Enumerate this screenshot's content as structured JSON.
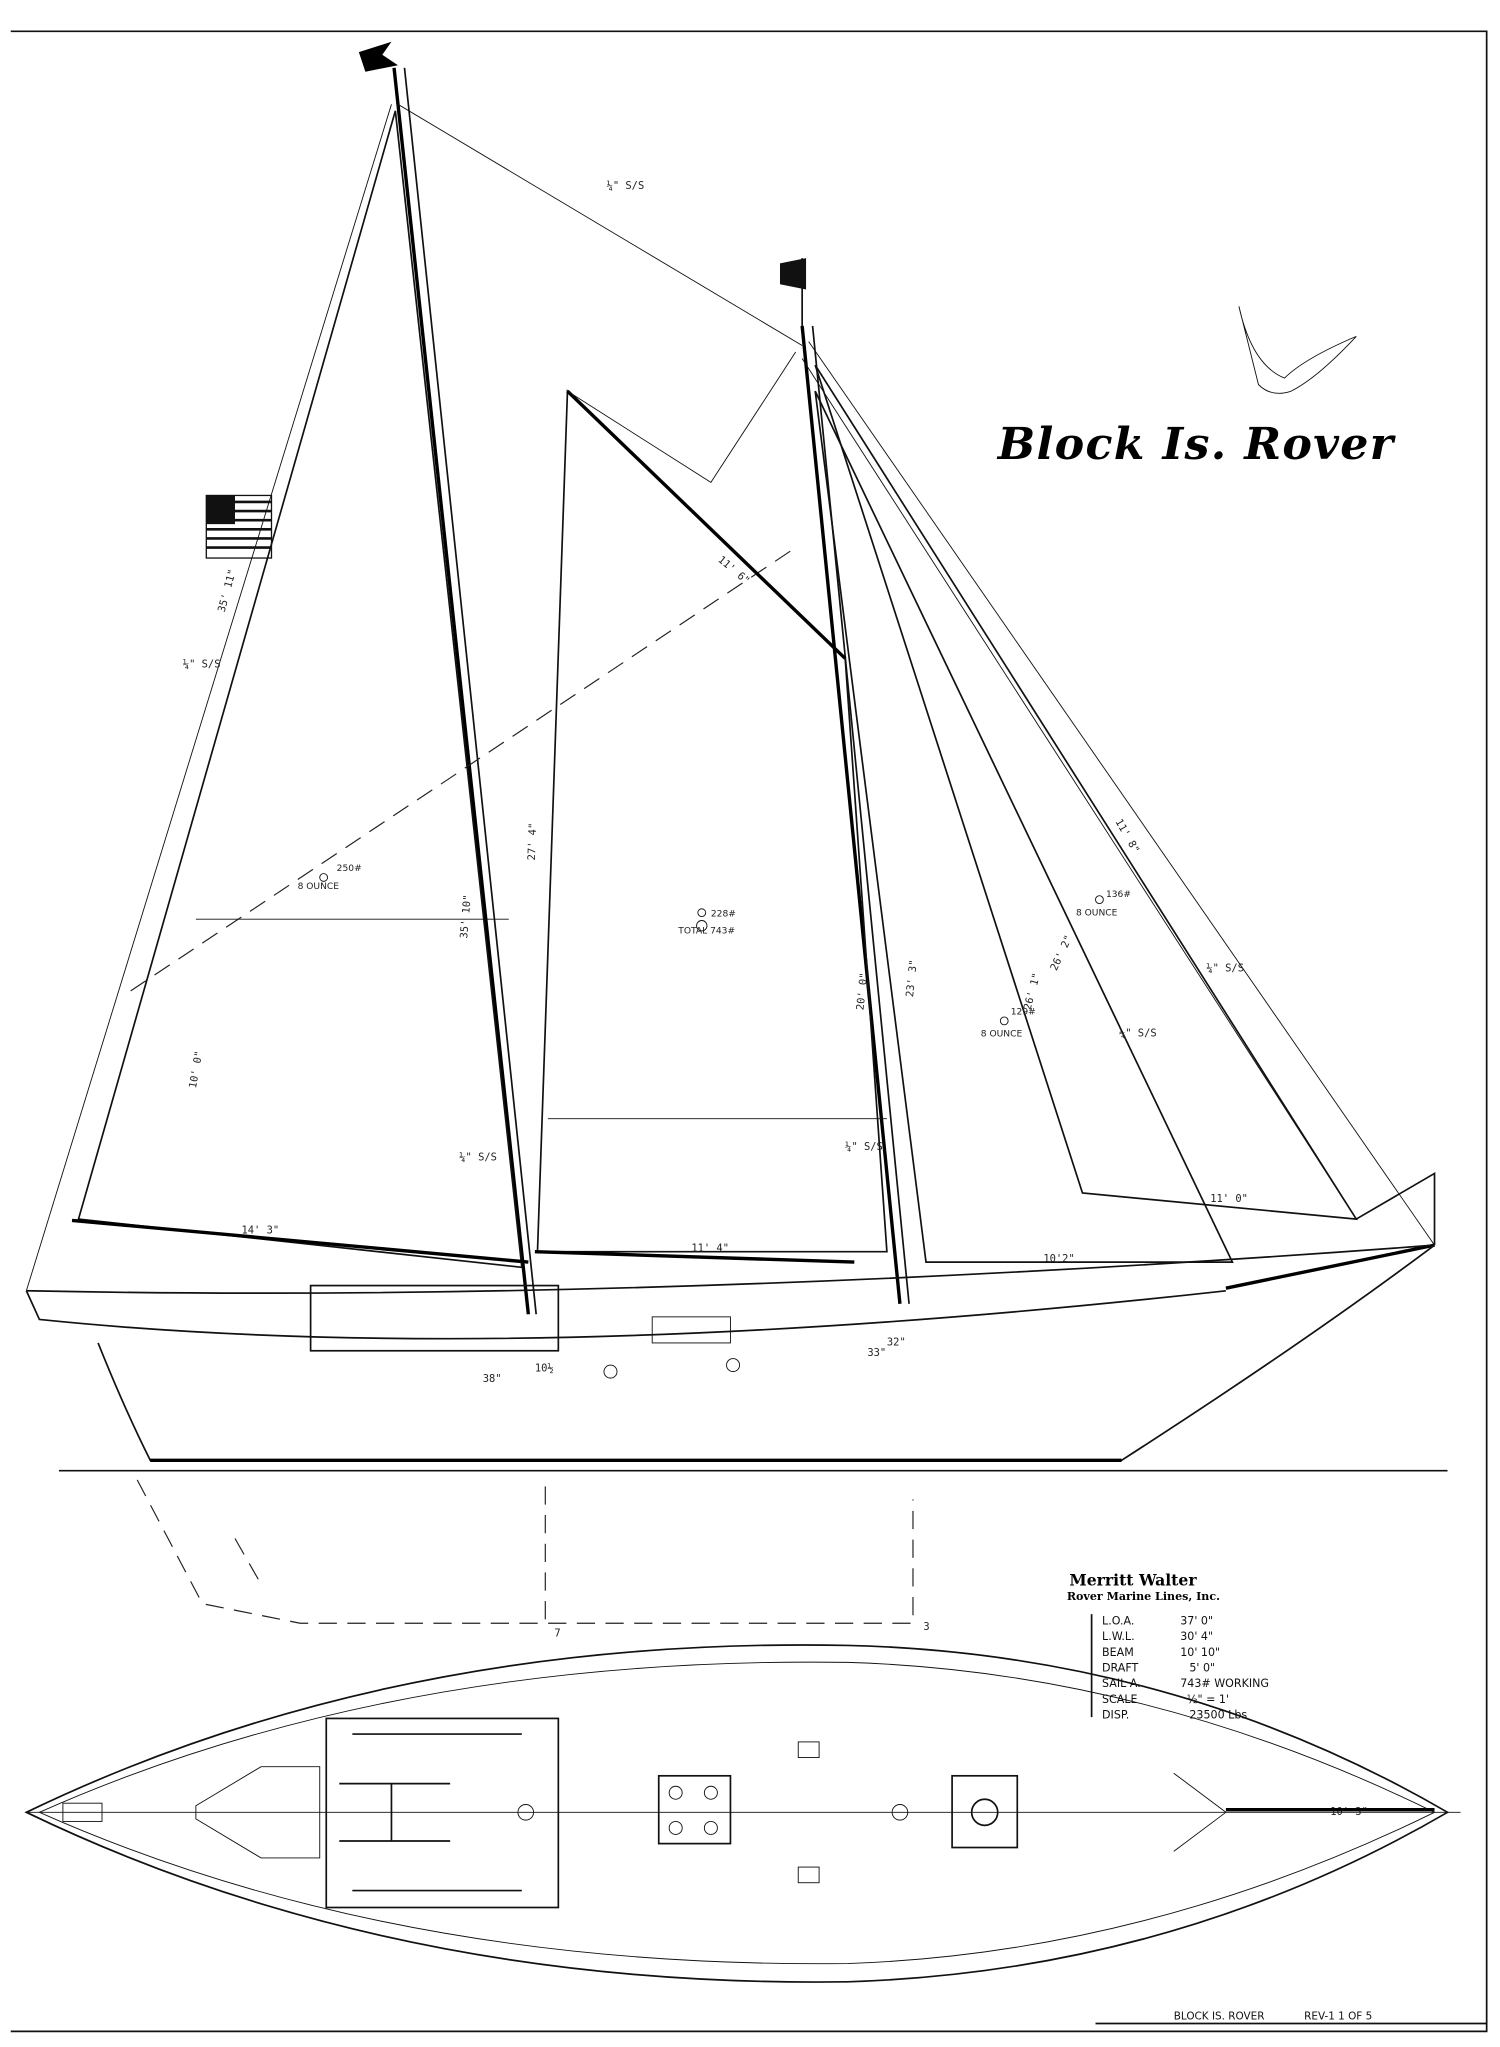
{
  "title": "Block Is. Rover",
  "designer": {
    "name": "Merritt Walter",
    "company": "Rover Marine Lines, Inc."
  },
  "specs": [
    {
      "label": "L.O.A.",
      "value": "37' 0\""
    },
    {
      "label": "L.W.L.",
      "value": "30' 4\""
    },
    {
      "label": "BEAM",
      "value": "10' 10\""
    },
    {
      "label": "DRAFT",
      "value": "5' 0\""
    },
    {
      "label": "SAIL A.",
      "value": "743# WORKING"
    },
    {
      "label": "SCALE",
      "value": "½\" = 1'"
    },
    {
      "label": "DISP.",
      "value": "23500 Lbs"
    }
  ],
  "sails": {
    "main_area": "250#",
    "main_weight": "8 OUNCE",
    "fore_area": "228#",
    "total": "TOTAL 743#",
    "jib_area": "136#",
    "jib_weight": "8 OUNCE",
    "stay_area": "129#",
    "stay_weight": "8 OUNCE"
  },
  "dimensions": {
    "main_luff": "35' 11\"",
    "main_mast": "35' 10\"",
    "main_leech": "10' 0\"",
    "main_boom": "14' 3\"",
    "fore_luff": "27' 4\"",
    "fore_gaff": "11' 6\"",
    "fore_boom": "11' 4\"",
    "fore_mast": "20' 0\"",
    "fore_mast2": "23' 3\"",
    "jib_luff": "26' 1\"",
    "jib_luff2": "26' 2\"",
    "jib_stay": "11' 8\"",
    "jib_foot": "11' 0\"",
    "staysail_foot": "10'2\"",
    "wire_1": "¼\" S/S",
    "wire_2": "¼\" S/S",
    "wire_3": "¼\" S/S",
    "wire_4": "¼\" S/S",
    "wire_5": "¼\" S/S",
    "wire_6": "¼\" S/S",
    "cockpit_1": "38\"",
    "cockpit_2": "10½",
    "deck_1": "32\"",
    "deck_2": "33\"",
    "station_a": "7",
    "station_b": "3",
    "bowsprit": "10' 3\""
  },
  "footer": {
    "name": "BLOCK IS. ROVER",
    "sheet": "REV-1 1 OF 5"
  }
}
